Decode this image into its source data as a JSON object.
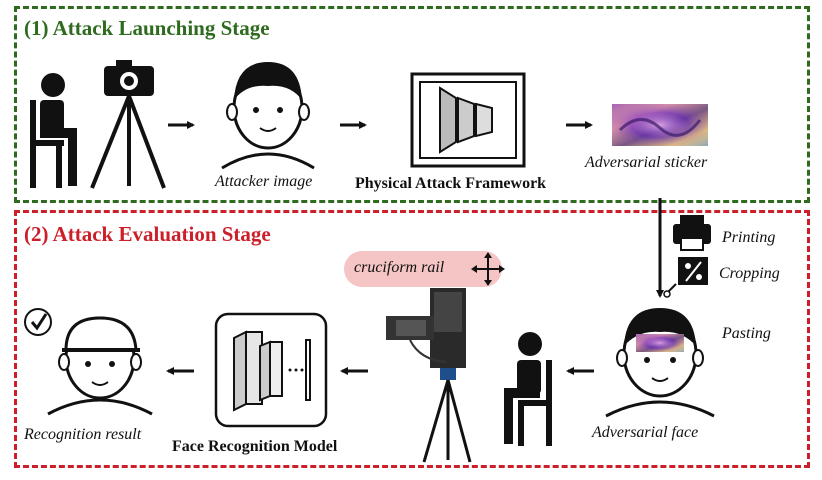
{
  "stage1": {
    "title": "(1) Attack Launching Stage"
  },
  "stage2": {
    "title": "(2) Attack Evaluation Stage"
  },
  "labels": {
    "attacker_image": "Attacker image",
    "framework": "Physical Attack Framework",
    "adv_sticker": "Adversarial sticker",
    "printing": "Printing",
    "cropping": "Cropping",
    "pasting": "Pasting",
    "cruciform_rail": "cruciform rail",
    "adv_face": "Adversarial face",
    "frm": "Face Recognition Model",
    "recognition_result": "Recognition result"
  },
  "colors": {
    "stage1": "#2e6b1e",
    "stage2": "#cc1f2a",
    "pill": "#f5c4c4"
  }
}
